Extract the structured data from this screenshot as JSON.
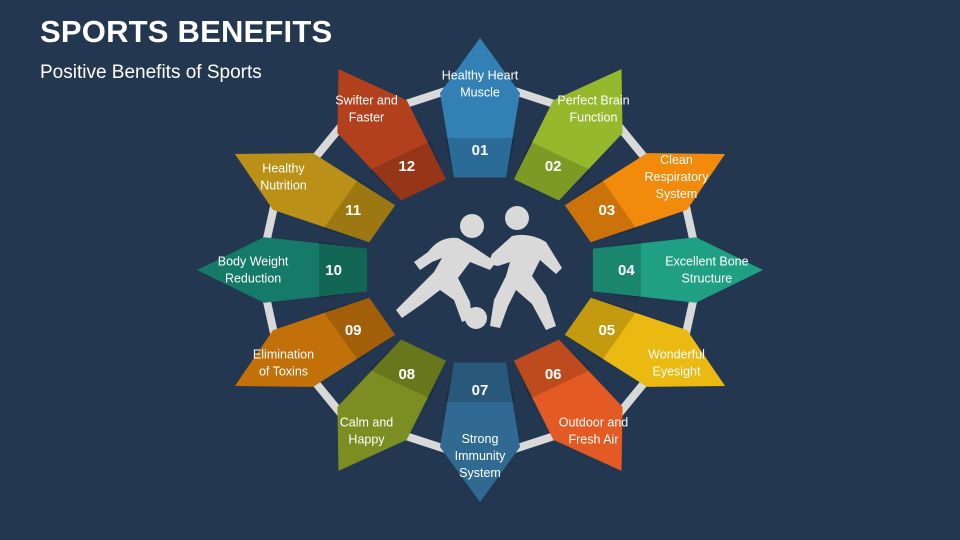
{
  "slide": {
    "title": "SPORTS BENEFITS",
    "subtitle": "Positive Benefits of Sports"
  },
  "center_icon": "soccer-players-icon",
  "benefits": [
    {
      "number": "01",
      "label": [
        "Healthy Heart",
        "Muscle"
      ],
      "color": "#3380b4"
    },
    {
      "number": "02",
      "label": [
        "Perfect Brain",
        "Function"
      ],
      "color": "#96b82c"
    },
    {
      "number": "03",
      "label": [
        "Clean",
        "Respiratory",
        "System"
      ],
      "color": "#f28a0c"
    },
    {
      "number": "04",
      "label": [
        "Excellent Bone",
        "Structure"
      ],
      "color": "#1fa083"
    },
    {
      "number": "05",
      "label": [
        "Wonderful",
        "Eyesight"
      ],
      "color": "#eab912"
    },
    {
      "number": "06",
      "label": [
        "Outdoor and",
        "Fresh Air"
      ],
      "color": "#e35a24"
    },
    {
      "number": "07",
      "label": [
        "Strong",
        "Immunity",
        "System"
      ],
      "color": "#306a93"
    },
    {
      "number": "08",
      "label": [
        "Calm and",
        "Happy"
      ],
      "color": "#7c8e22"
    },
    {
      "number": "09",
      "label": [
        "Elimination",
        "of Toxins"
      ],
      "color": "#c2700a"
    },
    {
      "number": "10",
      "label": [
        "Body Weight",
        "Reduction"
      ],
      "color": "#157a67"
    },
    {
      "number": "11",
      "label": [
        "Healthy",
        "Nutrition"
      ],
      "color": "#bb9016"
    },
    {
      "number": "12",
      "label": [
        "Swifter and",
        "Faster"
      ],
      "color": "#b3401d"
    }
  ]
}
